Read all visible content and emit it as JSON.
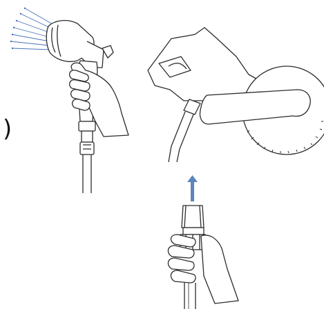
{
  "figure": {
    "fragment_text": ")",
    "colors": {
      "line": "#2b2b2b",
      "spray": "#4a72b8",
      "arrow": "#5b86bd",
      "background": "#ffffff"
    },
    "illustrations": [
      {
        "name": "spray-nozzle-in-hand",
        "icon": "spray-gun-icon"
      },
      {
        "name": "nozzle-with-pattern-dial",
        "icon": "pattern-dial-icon"
      },
      {
        "name": "hose-connector-attach",
        "icon": "up-arrow-icon"
      }
    ]
  }
}
